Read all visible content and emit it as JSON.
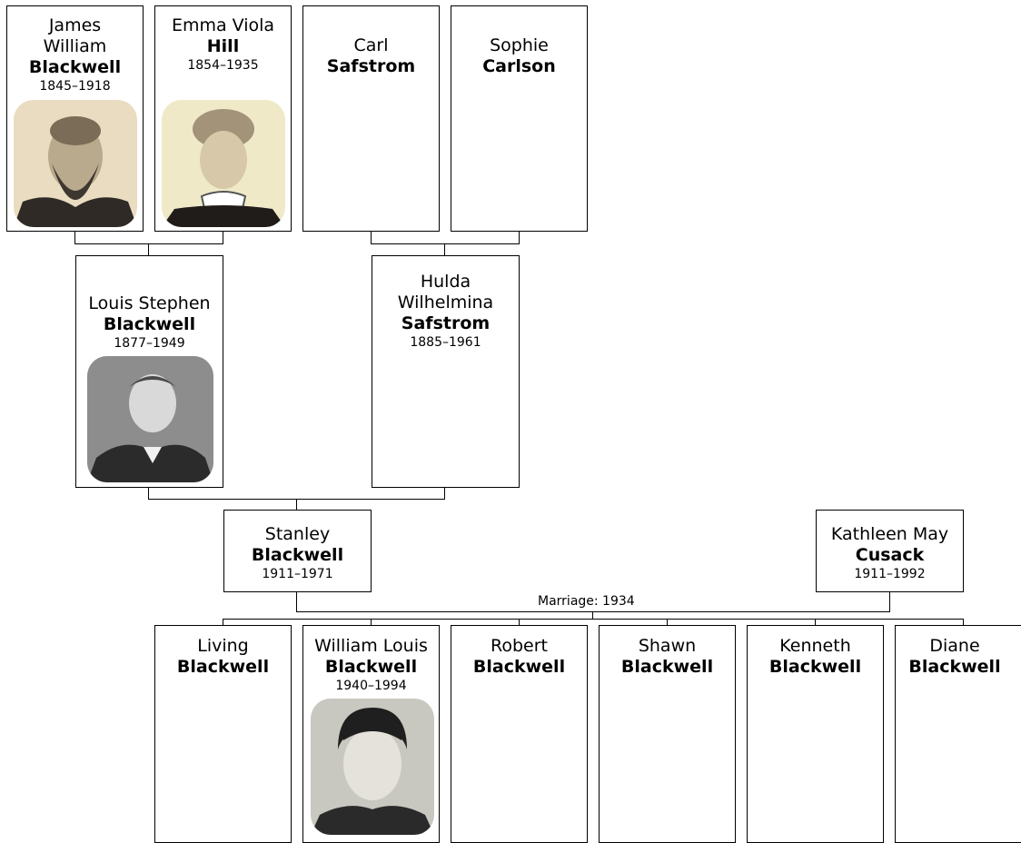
{
  "people": {
    "james": {
      "given": "James William",
      "surname": "Blackwell",
      "dates": "1845–1918",
      "photo": "portrait-bearded-man"
    },
    "emma": {
      "given": "Emma Viola",
      "surname": "Hill",
      "dates": "1854–1935",
      "photo": "portrait-woman-lace-collar"
    },
    "carl": {
      "given": "Carl",
      "surname": "Safstrom"
    },
    "sophie": {
      "given": "Sophie",
      "surname": "Carlson"
    },
    "louis": {
      "given": "Louis Stephen",
      "surname": "Blackwell",
      "dates": "1877–1949",
      "photo": "portrait-young-man-suit"
    },
    "hulda": {
      "given": "Hulda Wilhelmina",
      "surname": "Safstrom",
      "dates": "1885–1961"
    },
    "stanley": {
      "given": "Stanley",
      "surname": "Blackwell",
      "dates": "1911–1971"
    },
    "kathleen": {
      "given": "Kathleen May",
      "surname": "Cusack",
      "dates": "1911–1992"
    },
    "living": {
      "given": "Living",
      "surname": "Blackwell"
    },
    "william": {
      "given": "William Louis",
      "surname": "Blackwell",
      "dates": "1940–1994",
      "photo": "portrait-young-man-dark-hair"
    },
    "robert": {
      "given": "Robert",
      "surname": "Blackwell"
    },
    "shawn": {
      "given": "Shawn",
      "surname": "Blackwell"
    },
    "kenneth": {
      "given": "Kenneth",
      "surname": "Blackwell"
    },
    "diane": {
      "given": "Diane",
      "surname": "Blackwell"
    }
  },
  "marriage_label": "Marriage: 1934"
}
